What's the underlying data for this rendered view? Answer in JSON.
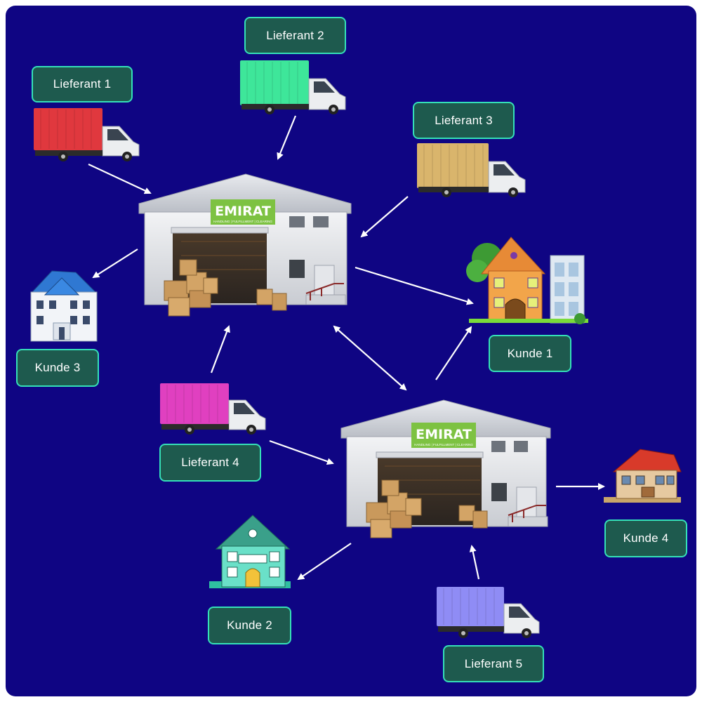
{
  "suppliers": [
    {
      "label": "Lieferant 1",
      "color": "#e0383e"
    },
    {
      "label": "Lieferant 2",
      "color": "#3ee69a"
    },
    {
      "label": "Lieferant 3",
      "color": "#d9b56c"
    },
    {
      "label": "Lieferant 4",
      "color": "#e040c0"
    },
    {
      "label": "Lieferant 5",
      "color": "#8f8cf5"
    }
  ],
  "customers": [
    {
      "label": "Kunde 1"
    },
    {
      "label": "Kunde 2"
    },
    {
      "label": "Kunde 3"
    },
    {
      "label": "Kunde 4"
    }
  ],
  "warehouses": [
    {
      "brand": "EMIRAT",
      "tagline": "HANDLING | FULFILLMENT | CLEARING"
    },
    {
      "brand": "EMIRAT",
      "tagline": "HANDLING | FULFILLMENT | CLEARING"
    }
  ],
  "colors": {
    "background": "#0f0583",
    "label_fill": "#1e5a4e",
    "label_border": "#35e0b8",
    "brand_green": "#7dc242",
    "arrow": "#ffffff"
  }
}
